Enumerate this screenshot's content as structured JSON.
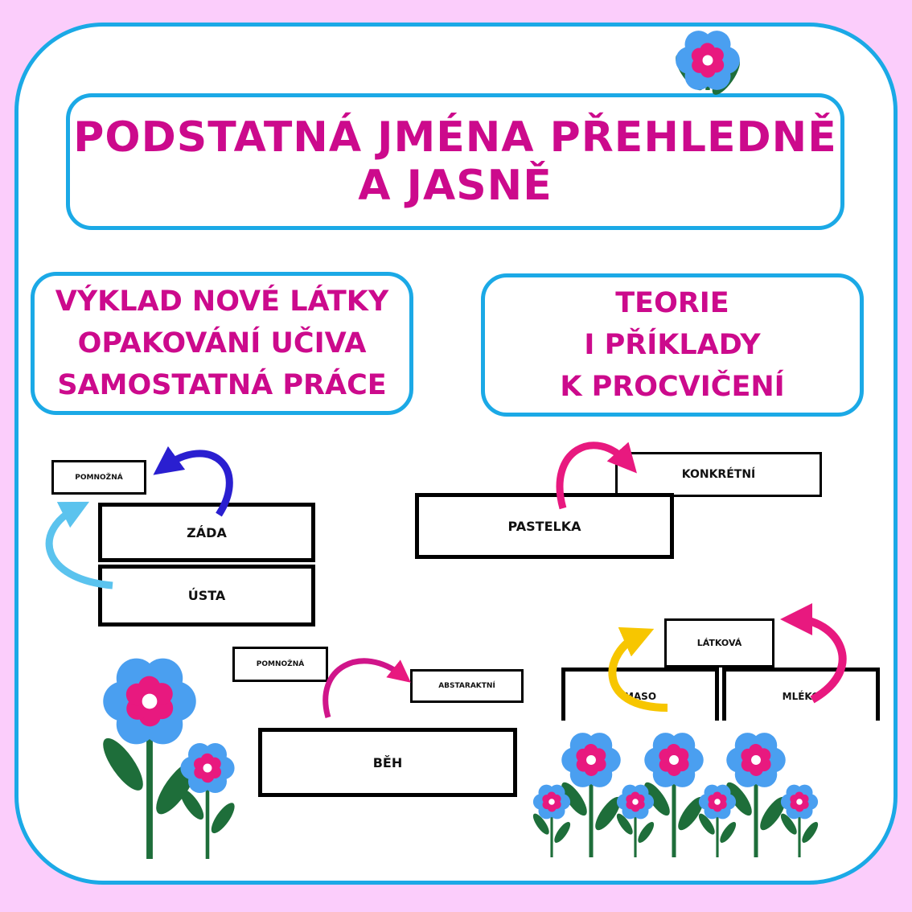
{
  "title": {
    "line1": "PODSTATNÁ JMÉNA PŘEHLEDNĚ",
    "line2": "A JASNĚ"
  },
  "left_box": {
    "lines": [
      "VÝKLAD NOVÉ LÁTKY",
      "OPAKOVÁNÍ UČIVA",
      "SAMOSTATNÁ PRÁCE"
    ]
  },
  "right_box": {
    "lines": [
      "TEORIE",
      "I PŘÍKLADY",
      "K PROCVIČENÍ"
    ]
  },
  "cards": {
    "pomnozna1": "POMNOŽNÁ",
    "zada": "ZÁDA",
    "usta": "ÚSTA",
    "konkretni": "KONKRÉTNÍ",
    "pastelka": "PASTELKA",
    "pomnozna2": "POMNOŽNÁ",
    "abstraktni": "ABSTARAKTNÍ",
    "beh": "BĚH",
    "latkova": "LÁTKOVÁ",
    "maso": "MASO",
    "mleko": "MLÉKO"
  },
  "colors": {
    "background": "#fbcdfb",
    "border": "#1ba9e6",
    "text": "#cc0a8c",
    "petal_blue": "#4a9ff0",
    "petal_pink": "#e8197f",
    "stem": "#1e6e3a"
  }
}
